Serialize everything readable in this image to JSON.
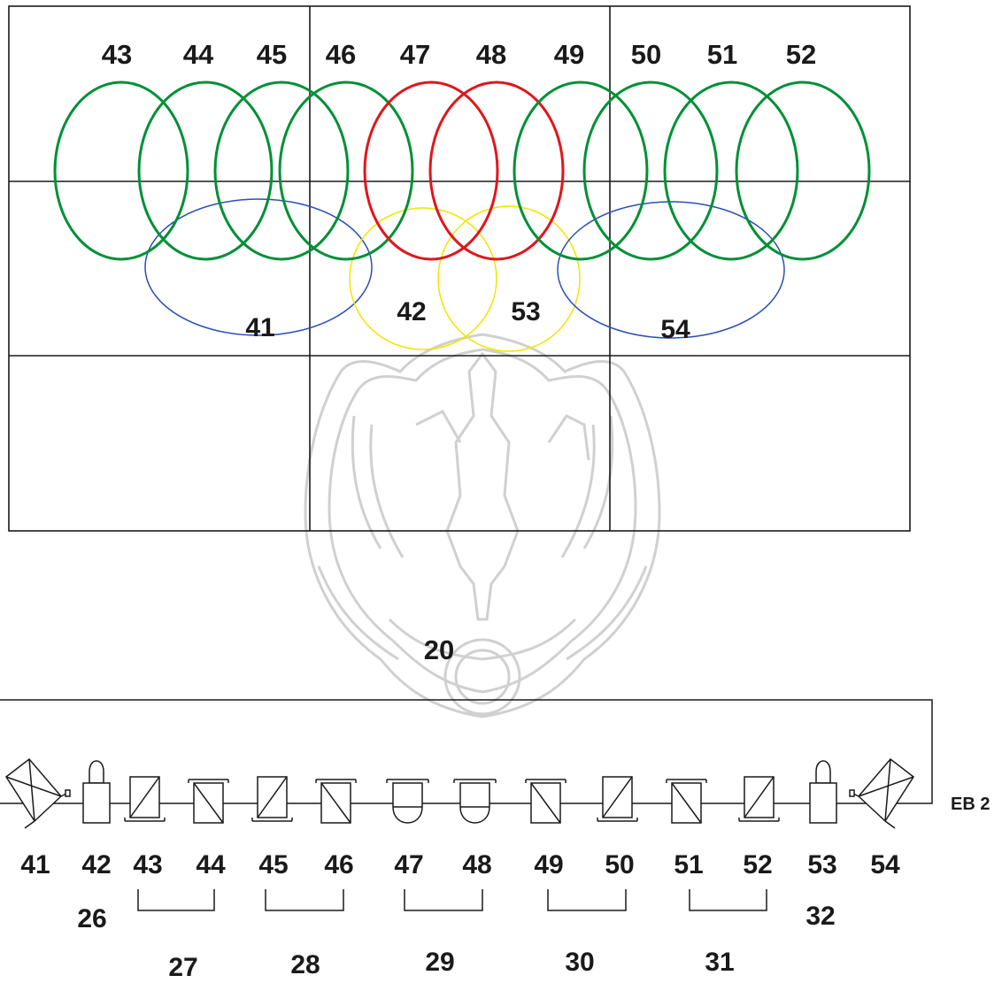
{
  "top_plan": {
    "beam_labels": [
      "43",
      "44",
      "45",
      "46",
      "47",
      "48",
      "49",
      "50",
      "51",
      "52"
    ],
    "beam_colors": [
      "#009036",
      "#009036",
      "#009036",
      "#009036",
      "#e0161c",
      "#e0161c",
      "#009036",
      "#009036",
      "#009036",
      "#009036"
    ],
    "flood_labels": [
      "41",
      "42",
      "53",
      "54"
    ],
    "flood_colors": [
      "#2a4fb5",
      "#f2e400",
      "#f2e400",
      "#2a4fb5"
    ]
  },
  "center_label": "20",
  "fixture_rail": {
    "fixtures": [
      {
        "label": "41",
        "type": "profile-spot-icon"
      },
      {
        "label": "42",
        "type": "follow-spot-icon"
      },
      {
        "label": "43",
        "type": "fresnel-icon"
      },
      {
        "label": "44",
        "type": "fresnel-icon"
      },
      {
        "label": "45",
        "type": "fresnel-icon"
      },
      {
        "label": "46",
        "type": "fresnel-icon"
      },
      {
        "label": "47",
        "type": "par-can-icon"
      },
      {
        "label": "48",
        "type": "par-can-icon"
      },
      {
        "label": "49",
        "type": "fresnel-icon"
      },
      {
        "label": "50",
        "type": "fresnel-icon"
      },
      {
        "label": "51",
        "type": "fresnel-icon"
      },
      {
        "label": "52",
        "type": "fresnel-icon"
      },
      {
        "label": "53",
        "type": "follow-spot-icon"
      },
      {
        "label": "54",
        "type": "profile-spot-icon"
      }
    ],
    "rail_tag": "EB 2"
  },
  "channels": {
    "left": "26",
    "right": "32",
    "groups": [
      "27",
      "28",
      "29",
      "30",
      "31"
    ]
  },
  "watermark": "university-emblem-watermark"
}
